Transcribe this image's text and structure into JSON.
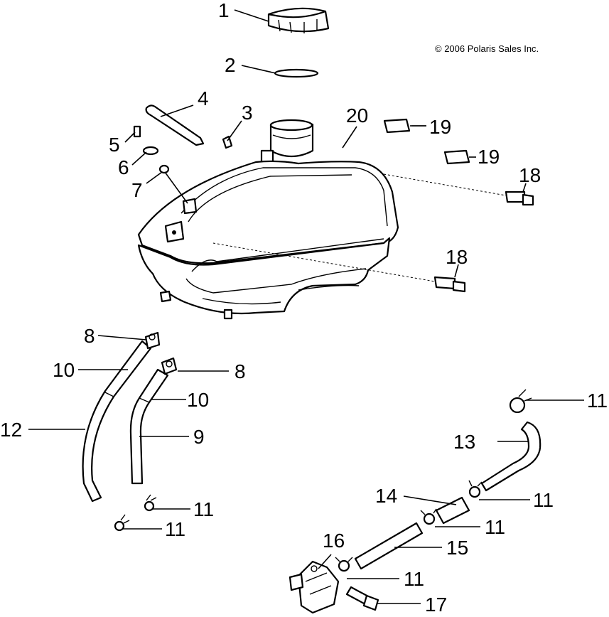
{
  "copyright": "© 2006 Polaris Sales Inc.",
  "callouts": [
    {
      "id": "c1",
      "label": "1"
    },
    {
      "id": "c2",
      "label": "2"
    },
    {
      "id": "c3",
      "label": "3"
    },
    {
      "id": "c4",
      "label": "4"
    },
    {
      "id": "c5",
      "label": "5"
    },
    {
      "id": "c6",
      "label": "6"
    },
    {
      "id": "c7",
      "label": "7"
    },
    {
      "id": "c20",
      "label": "20"
    },
    {
      "id": "c19a",
      "label": "19"
    },
    {
      "id": "c19b",
      "label": "19"
    },
    {
      "id": "c18a",
      "label": "18"
    },
    {
      "id": "c18b",
      "label": "18"
    },
    {
      "id": "c8a",
      "label": "8"
    },
    {
      "id": "c8b",
      "label": "8"
    },
    {
      "id": "c10a",
      "label": "10"
    },
    {
      "id": "c10b",
      "label": "10"
    },
    {
      "id": "c12",
      "label": "12"
    },
    {
      "id": "c9",
      "label": "9"
    },
    {
      "id": "c11a",
      "label": "11"
    },
    {
      "id": "c11b",
      "label": "11"
    },
    {
      "id": "c11c",
      "label": "11"
    },
    {
      "id": "c11d",
      "label": "11"
    },
    {
      "id": "c11e",
      "label": "11"
    },
    {
      "id": "c11f",
      "label": "11"
    },
    {
      "id": "c13",
      "label": "13"
    },
    {
      "id": "c14",
      "label": "14"
    },
    {
      "id": "c15",
      "label": "15"
    },
    {
      "id": "c16",
      "label": "16"
    },
    {
      "id": "c17",
      "label": "17"
    }
  ]
}
